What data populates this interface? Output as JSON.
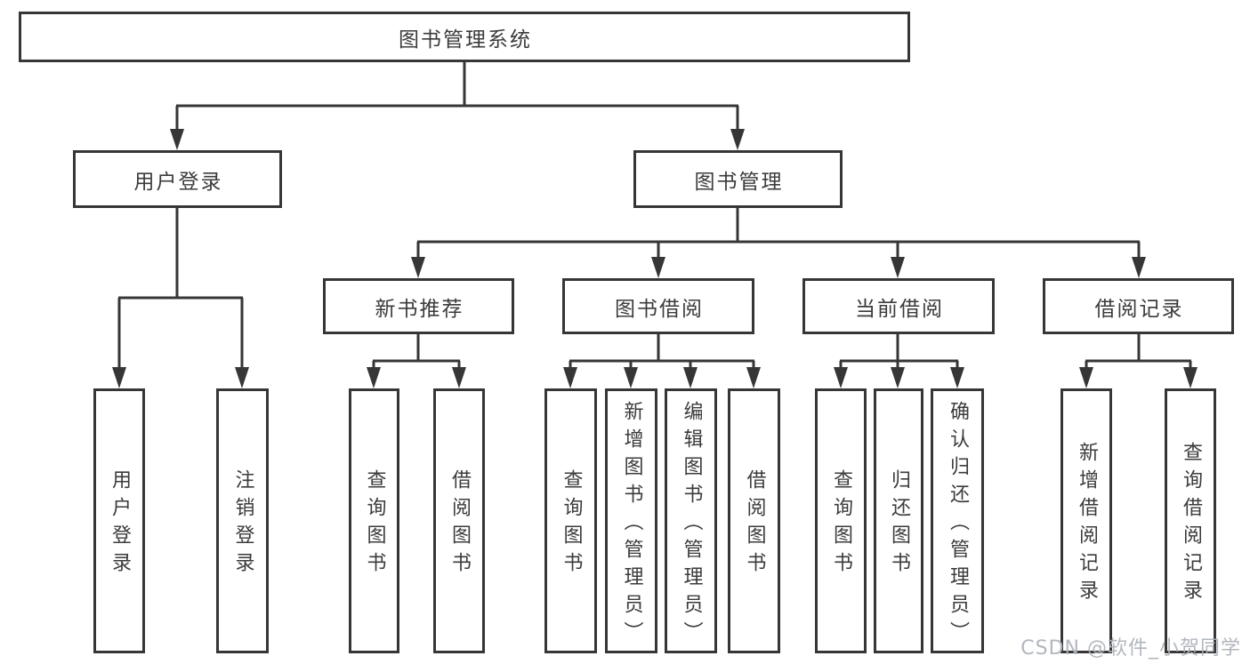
{
  "diagram_title": "图书管理系统",
  "tree": {
    "label": "图书管理系统",
    "children": [
      {
        "label": "用户登录",
        "children": [
          {
            "label": "用户登录"
          },
          {
            "label": "注销登录"
          }
        ]
      },
      {
        "label": "图书管理",
        "children": [
          {
            "label": "新书推荐",
            "children": [
              {
                "label": "查询图书"
              },
              {
                "label": "借阅图书"
              }
            ]
          },
          {
            "label": "图书借阅",
            "children": [
              {
                "label": "查询图书"
              },
              {
                "label": "新增图书（管理员）"
              },
              {
                "label": "编辑图书（管理员）"
              },
              {
                "label": "借阅图书"
              }
            ]
          },
          {
            "label": "当前借阅",
            "children": [
              {
                "label": "查询图书"
              },
              {
                "label": "归还图书"
              },
              {
                "label": "确认归还（管理员）"
              }
            ]
          },
          {
            "label": "借阅记录",
            "children": [
              {
                "label": "新增借阅记录"
              },
              {
                "label": "查询借阅记录"
              }
            ]
          }
        ]
      }
    ]
  },
  "watermark": {
    "text": "CSDN @软件_小贺同学"
  },
  "colors": {
    "border": "#363636",
    "line": "#363636",
    "text": "#3b3b3b",
    "background": "#ffffff",
    "watermark": "#aeb2ba"
  }
}
